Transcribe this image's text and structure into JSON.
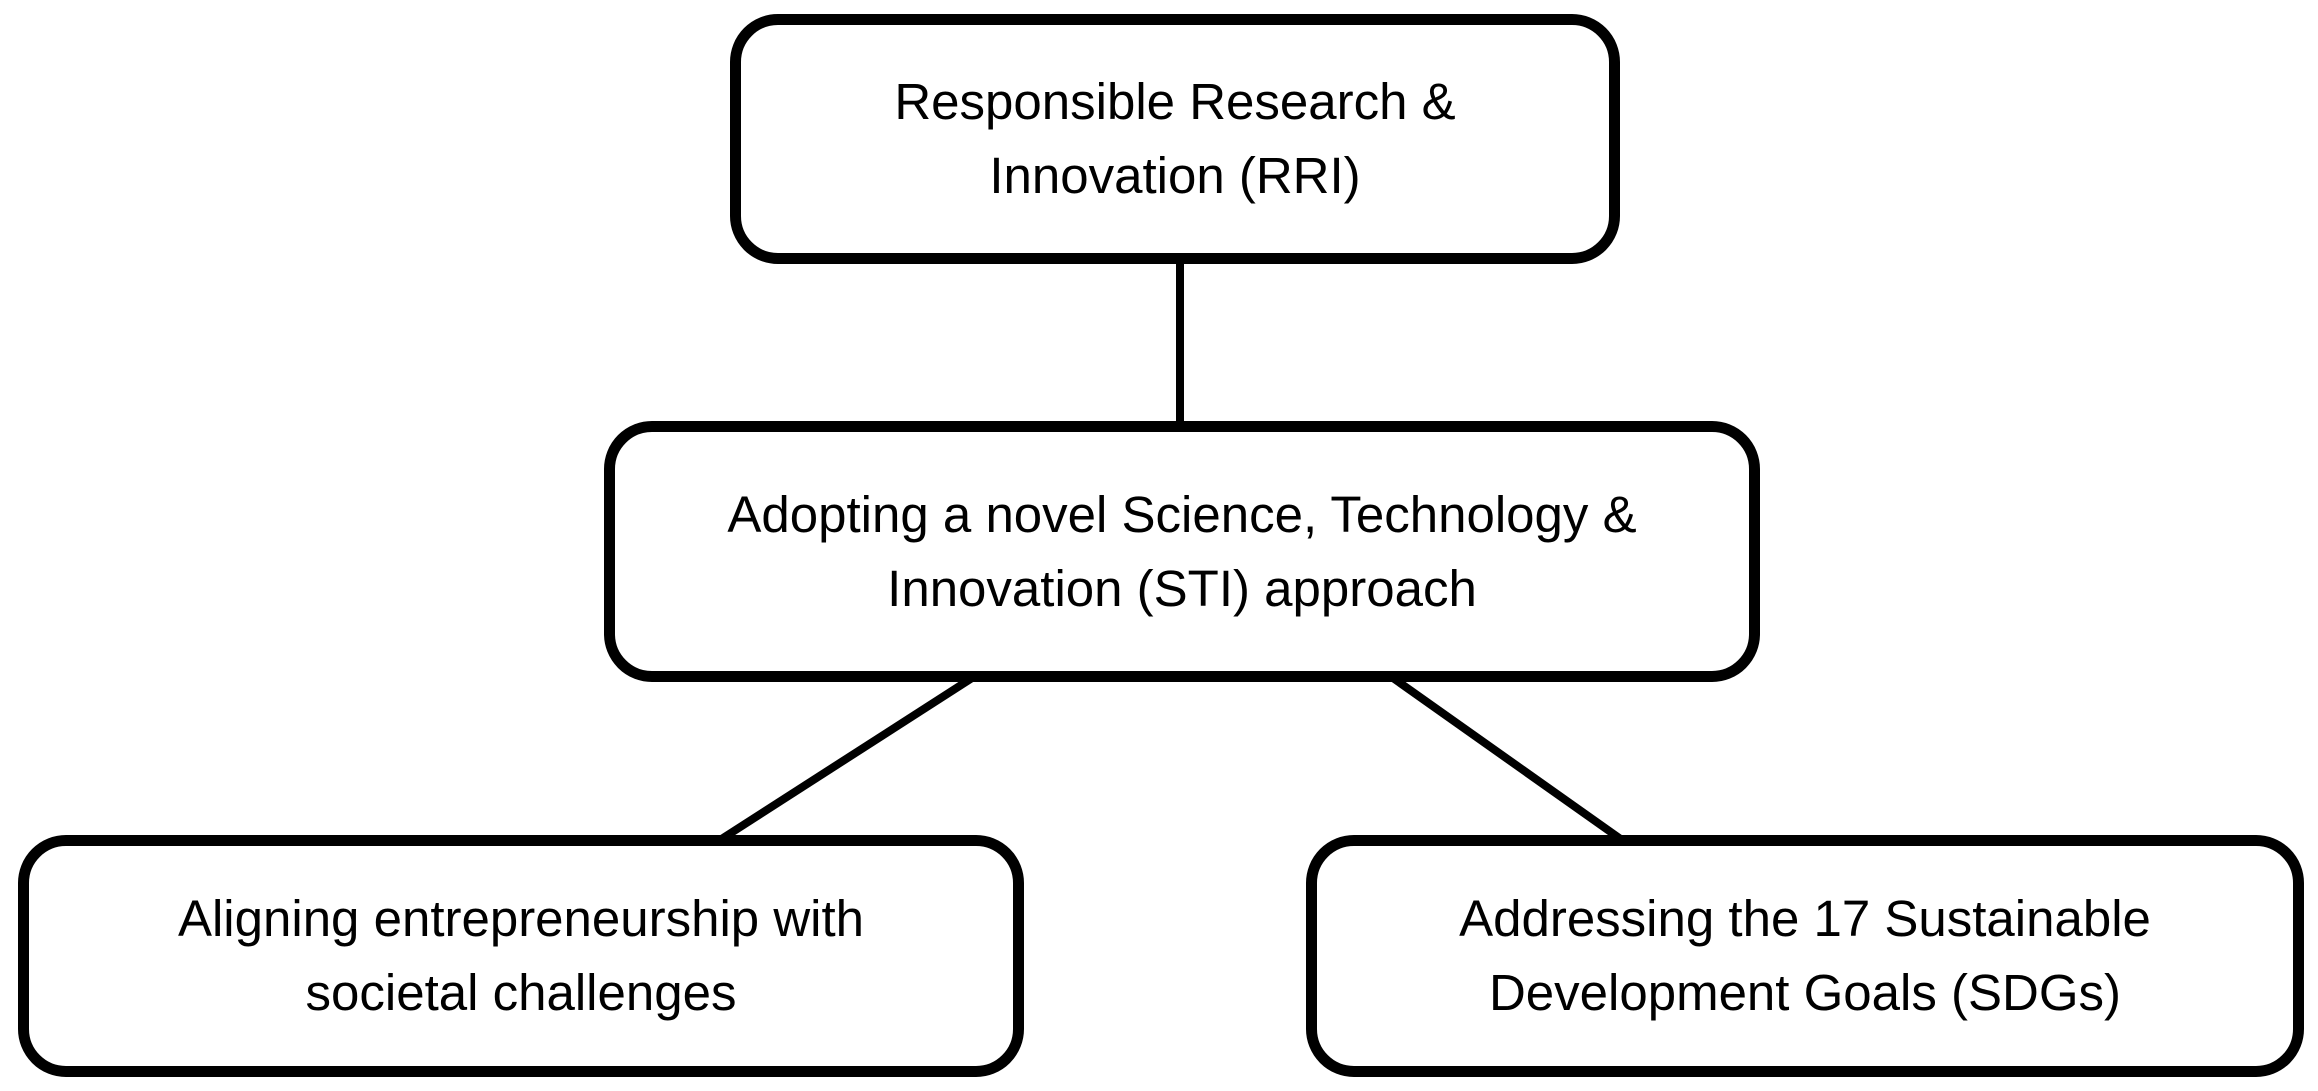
{
  "diagram": {
    "title": "RRI flowchart",
    "background_color": "#ffffff",
    "line_color": "#000000",
    "nodes": {
      "rri": {
        "label": "Responsible Research &\nInnovation (RRI)"
      },
      "sti": {
        "label": "Adopting a novel Science, Technology &\nInnovation (STI) approach"
      },
      "align": {
        "label": "Aligning entrepreneurship with\nsocietal challenges"
      },
      "sdg": {
        "label": "Addressing the 17 Sustainable\nDevelopment Goals (SDGs)"
      }
    },
    "edges": [
      {
        "from": "rri",
        "to": "sti"
      },
      {
        "from": "sti",
        "to": "align"
      },
      {
        "from": "sti",
        "to": "sdg"
      }
    ]
  }
}
